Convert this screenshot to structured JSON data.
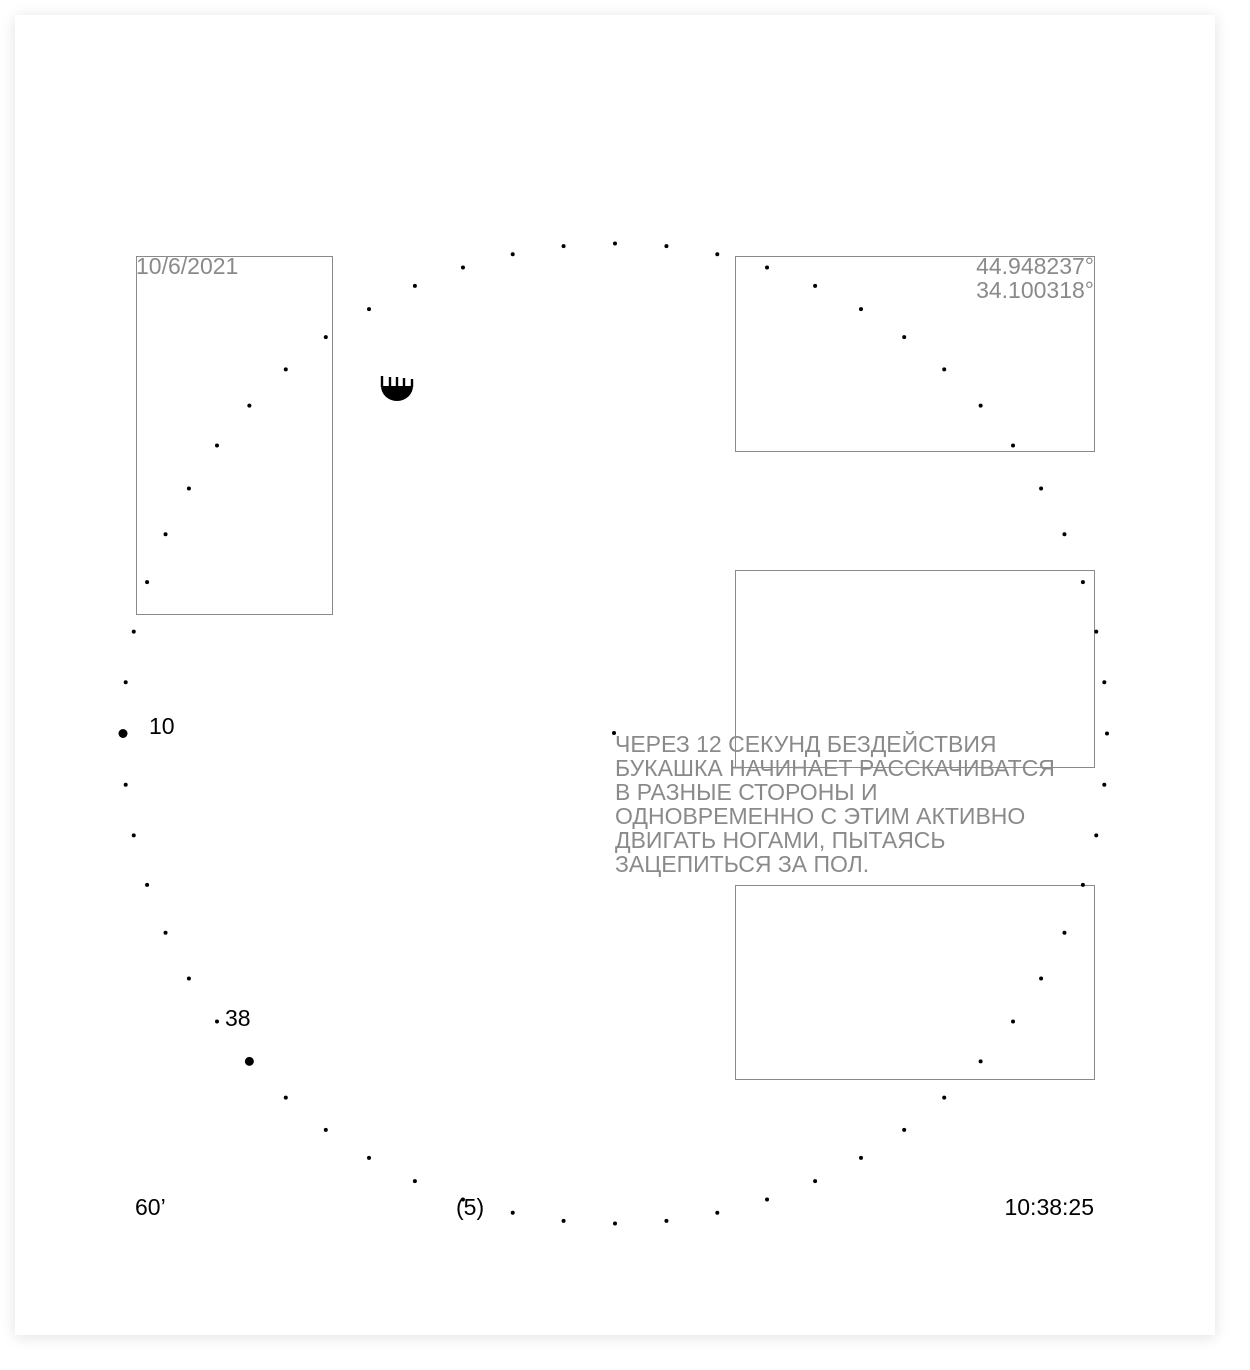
{
  "date": "10/6/2021",
  "coordinates": {
    "lat": "44.948237°",
    "lon": "34.100318°"
  },
  "description": "ЧЕРЕЗ 12 СЕКУНД БЕЗДЕЙСТВИЯ БУКАШКА НАЧИНАЕТ РАССКАЧИВАТСЯ В РАЗНЫЕ СТОРОНЫ И ОДНОВРЕМЕННО С ЭТИМ АКТИВНО ДВИГАТЬ НОГАМИ, ПЫТАЯСЬ ЗАЦЕПИТЬСЯ ЗА ПОЛ.",
  "markers": [
    {
      "label": "10",
      "index": 45
    },
    {
      "label": "38",
      "index": 38
    }
  ],
  "footer": {
    "duration": "60’",
    "count": "(5)",
    "time": "10:38:25"
  },
  "dial": {
    "dot_count": 60,
    "icon": "bug-icon"
  }
}
